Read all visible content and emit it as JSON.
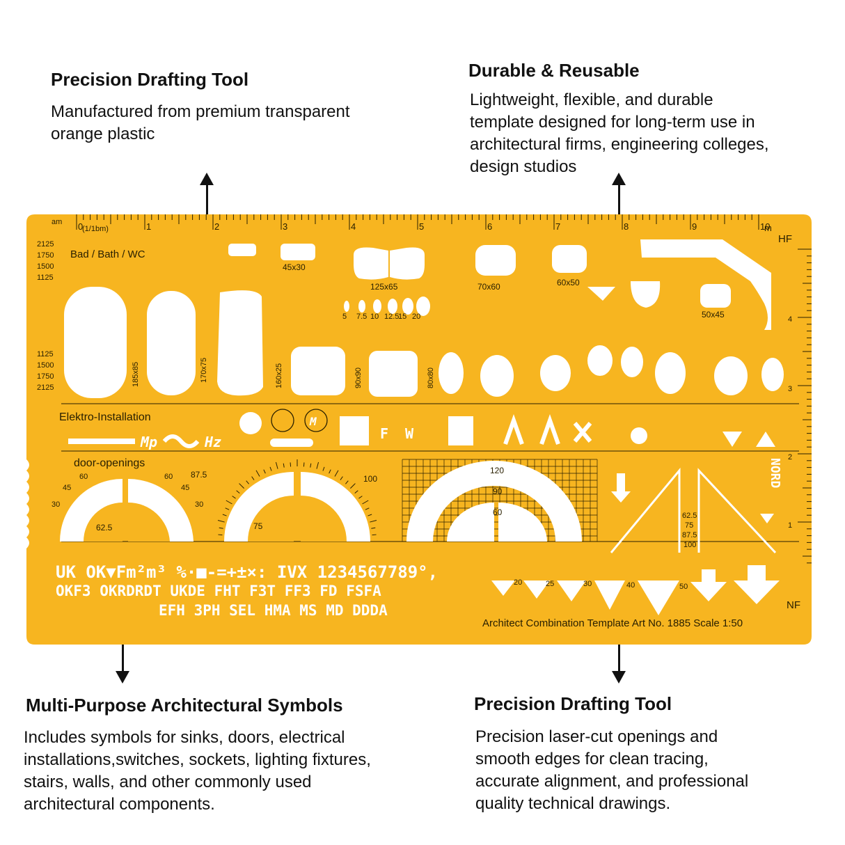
{
  "colors": {
    "template_orange": "#f7b520",
    "ink": "#111111",
    "cutout": "#ffffff"
  },
  "callouts": {
    "top_left": {
      "title": "Precision Drafting Tool",
      "body_lines": [
        "Manufactured from premium transparent",
        "orange plastic"
      ]
    },
    "top_right": {
      "title": "Durable & Reusable",
      "body_lines": [
        "Lightweight, flexible, and durable",
        "template designed for long-term use in",
        "architectural firms, engineering colleges,",
        "design studios"
      ]
    },
    "bottom_left": {
      "title": "Multi-Purpose Architectural Symbols",
      "body_lines": [
        "Includes symbols for sinks, doors, electrical",
        "installations,switches, sockets, lighting fixtures,",
        "stairs, walls, and other commonly used",
        "architectural components."
      ]
    },
    "bottom_right": {
      "title": "Precision Drafting Tool",
      "body_lines": [
        "Precision laser-cut openings and",
        "smooth edges for clean tracing,",
        "accurate alignment, and professional",
        "quality technical drawings."
      ]
    }
  },
  "template": {
    "ruler_unit_left": "am",
    "ruler_numbers": [
      "0",
      "1",
      "2",
      "3",
      "4",
      "5",
      "6",
      "7",
      "8",
      "9",
      "10"
    ],
    "ruler_unit_right": "m",
    "ruler_scale_note": "(1/1bm)",
    "corner_top_right": "HF",
    "corner_bottom_right": "NF",
    "side_scale_numbers": [
      "4",
      "3",
      "2",
      "1"
    ],
    "left_heights_top": [
      "2125",
      "1750",
      "1500",
      "1125"
    ],
    "left_heights_bottom": [
      "1125",
      "1500",
      "1750",
      "2125"
    ],
    "section_bath": "Bad / Bath / WC",
    "bath_sizes": [
      "185x85",
      "170x75",
      "160x25",
      "90x90",
      "80x80"
    ],
    "sink_sizes": [
      "45x30",
      "125x65",
      "70x60",
      "60x50",
      "50x45"
    ],
    "hole_sizes": [
      "5",
      "7.5",
      "10",
      "12.5",
      "15",
      "20"
    ],
    "section_elektro": "Elektro-Installation",
    "elektro_labels": [
      "Mp",
      "Hz",
      "M",
      "F",
      "W"
    ],
    "section_door": "door-openings",
    "door_angles_left": [
      "30",
      "45",
      "60",
      "60",
      "45",
      "30"
    ],
    "door_values": [
      "87.5",
      "62.5",
      "75",
      "100",
      "60",
      "30"
    ],
    "grid_numbers": [
      "120",
      "90",
      "60"
    ],
    "stair_values": [
      "62.5",
      "75",
      "87.5",
      "100"
    ],
    "nord_label": "NORD",
    "stencil_lines": [
      "UK  OK▼Fm²m³  %·■-=+±×: IVX 1234567789°,",
      "OKF3 OKRDRDT UKDE FHT F3T FF3 FD FSFA",
      "EFH 3PH SEL HMA MS MD DDDA"
    ],
    "triangle_sizes": [
      "20",
      "25",
      "30",
      "40",
      "50"
    ],
    "footer_label": "Architect Combination Template  Art No. 1885   Scale 1:50"
  }
}
